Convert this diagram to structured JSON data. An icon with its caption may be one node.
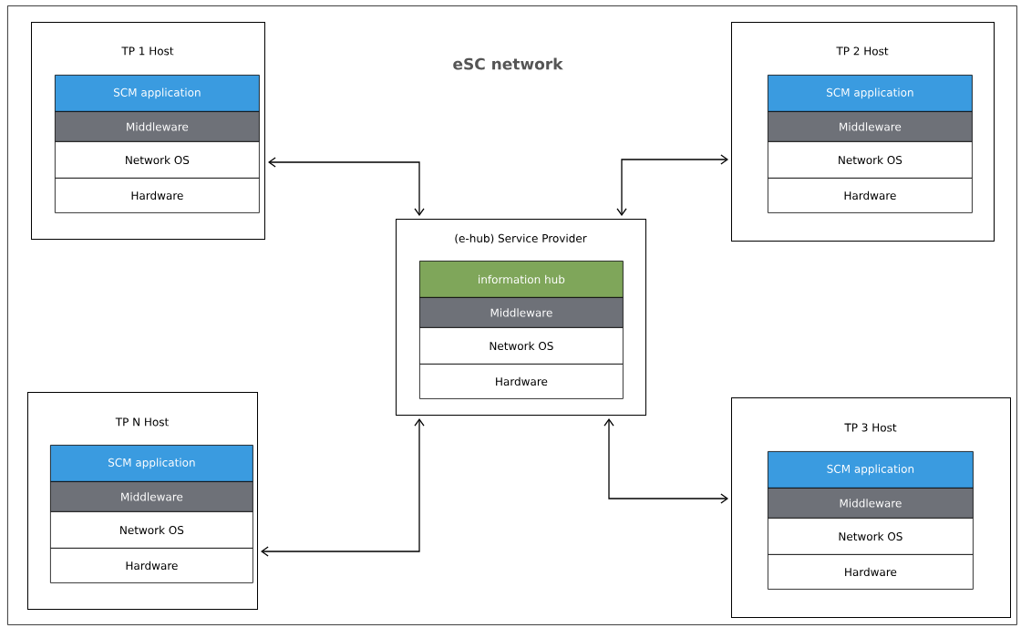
{
  "diagram": {
    "nodes": [
      {
        "text": [
          "eSC network"
        ]
      },
      {
        "text": [
          "TP 1 Host"
        ],
        "in": 0
      },
      {
        "text": [
          "SCM application"
        ],
        "in": 1
      },
      {
        "text": [
          "Middleware"
        ],
        "in": 1
      },
      {
        "text": [
          "Network OS"
        ],
        "in": 1
      },
      {
        "text": [
          "Hardware"
        ],
        "in": 1
      },
      {
        "text": [
          "TP 2 Host"
        ],
        "in": 0
      },
      {
        "text": [
          "SCM application"
        ],
        "in": 6
      },
      {
        "text": [
          "Middleware"
        ],
        "in": 6
      },
      {
        "text": [
          "Network OS"
        ],
        "in": 6
      },
      {
        "text": [
          "Hardware"
        ],
        "in": 6
      },
      {
        "text": [
          "(e-hub) Service Provider"
        ],
        "in": 0
      },
      {
        "text": [
          "information hub"
        ],
        "in": 11
      },
      {
        "text": [
          "Middleware"
        ],
        "in": 11
      },
      {
        "text": [
          "Network OS"
        ],
        "in": 11
      },
      {
        "text": [
          "Hardware"
        ],
        "in": 11
      },
      {
        "text": [
          "TP N Host"
        ],
        "in": 0
      },
      {
        "text": [
          "SCM application"
        ],
        "in": 16
      },
      {
        "text": [
          "Middleware"
        ],
        "in": 16
      },
      {
        "text": [
          "Network OS"
        ],
        "in": 16
      },
      {
        "text": [
          "Hardware"
        ],
        "in": 16
      },
      {
        "text": [
          "TP 3 Host"
        ],
        "in": 0
      },
      {
        "text": [
          "SCM application"
        ],
        "in": 21
      },
      {
        "text": [
          "Middleware"
        ],
        "in": 21
      },
      {
        "text": [
          "Network OS"
        ],
        "in": 21
      },
      {
        "text": [
          "Hardware"
        ],
        "in": 21
      }
    ],
    "edges": [
      {
        "from": 1,
        "to": 11,
        "arrow": "both"
      },
      {
        "from": 6,
        "to": 11,
        "arrow": "both"
      },
      {
        "from": 16,
        "to": 11,
        "arrow": "both"
      },
      {
        "from": 21,
        "to": 11,
        "arrow": "both"
      }
    ]
  }
}
